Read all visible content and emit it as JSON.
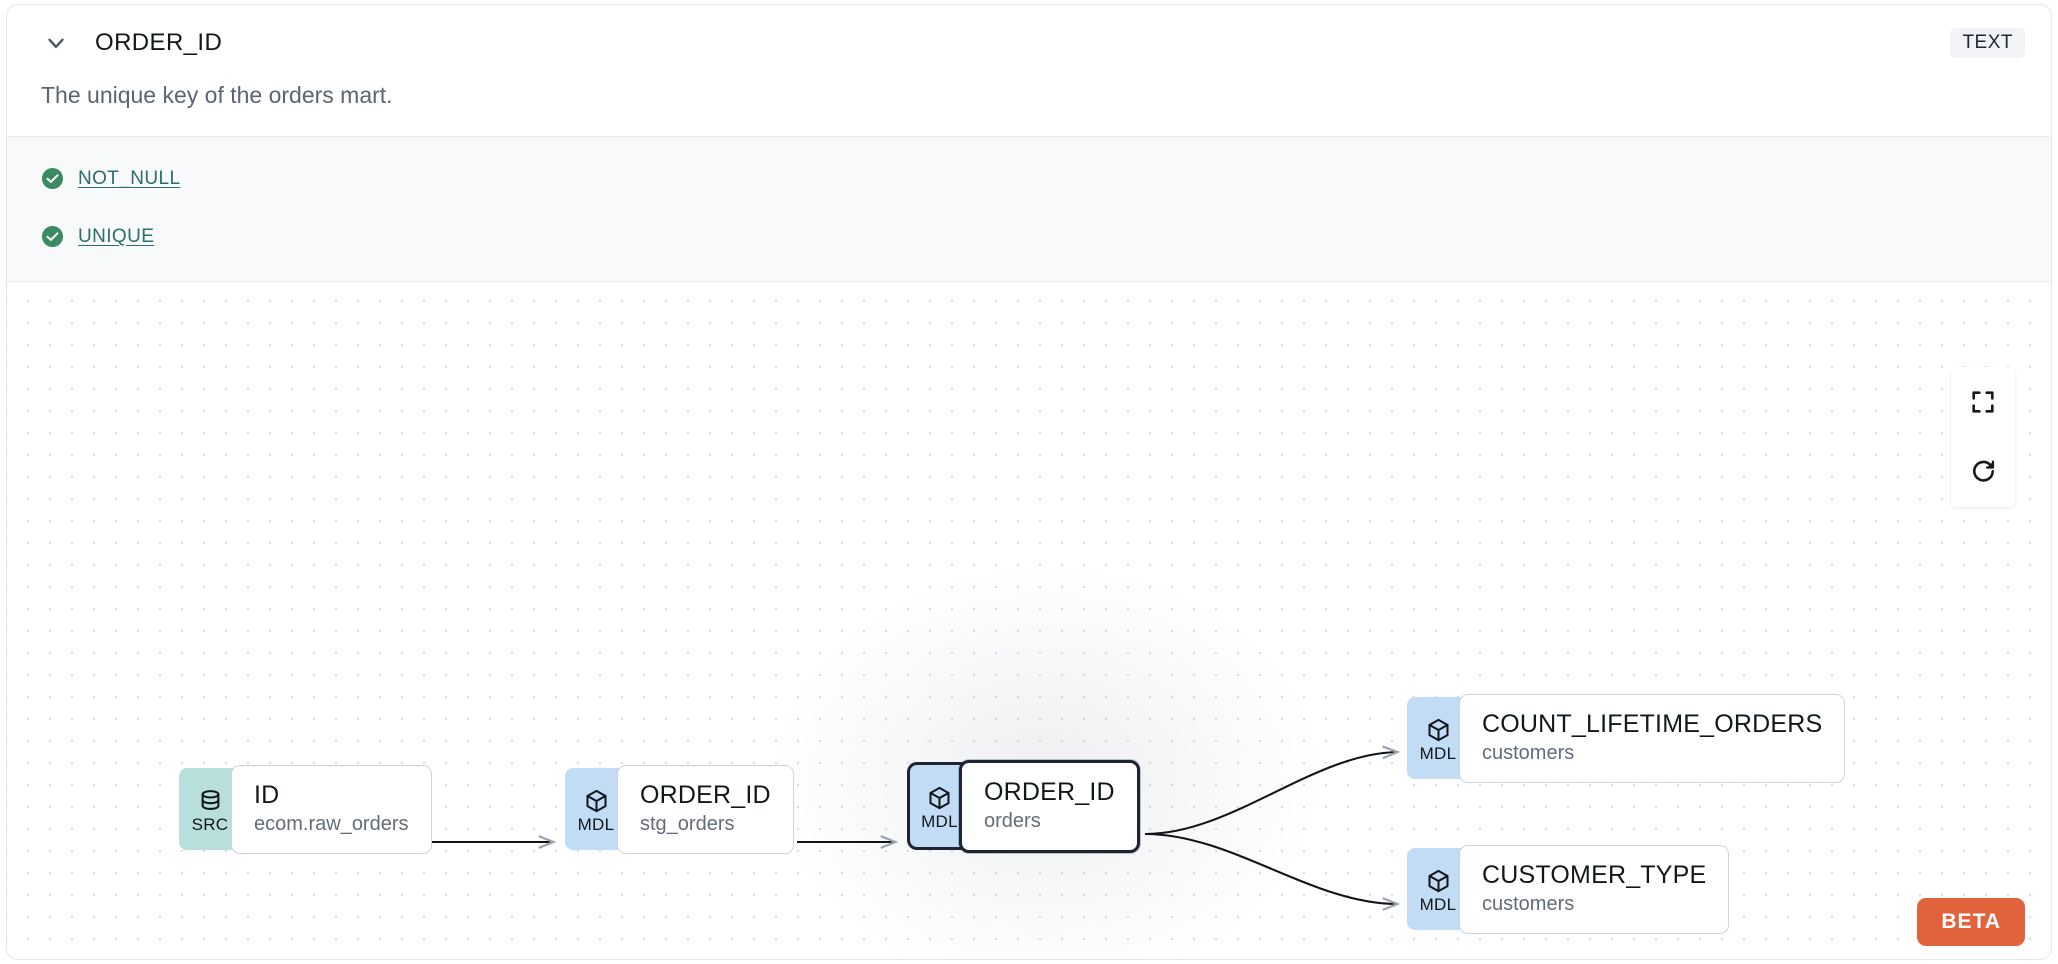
{
  "header": {
    "column_name": "ORDER_ID",
    "chevron_icon": "chevron-down-icon",
    "type_badge": "TEXT"
  },
  "description": "The unique key of the orders mart.",
  "tests": [
    {
      "label": "NOT_NULL",
      "status_icon": "check-circle-icon",
      "status_color": "#3a8a63"
    },
    {
      "label": "UNIQUE",
      "status_icon": "check-circle-icon",
      "status_color": "#3a8a63"
    }
  ],
  "lineage": {
    "nodes": [
      {
        "id": "src",
        "badge": "SRC",
        "badge_icon": "database-icon",
        "badge_color": "#b9dfdd",
        "name": "ID",
        "parent": "ecom.raw_orders",
        "selected": false
      },
      {
        "id": "stg",
        "badge": "MDL",
        "badge_icon": "cube-icon",
        "badge_color": "#c3dcf5",
        "name": "ORDER_ID",
        "parent": "stg_orders",
        "selected": false
      },
      {
        "id": "orders",
        "badge": "MDL",
        "badge_icon": "cube-icon",
        "badge_color": "#c3dcf5",
        "name": "ORDER_ID",
        "parent": "orders",
        "selected": true
      },
      {
        "id": "count",
        "badge": "MDL",
        "badge_icon": "cube-icon",
        "badge_color": "#c3dcf5",
        "name": "COUNT_LIFETIME_ORDERS",
        "parent": "customers",
        "selected": false
      },
      {
        "id": "custtype",
        "badge": "MDL",
        "badge_icon": "cube-icon",
        "badge_color": "#c3dcf5",
        "name": "CUSTOMER_TYPE",
        "parent": "customers",
        "selected": false
      }
    ],
    "edges": [
      {
        "from": "src",
        "to": "stg",
        "style": "straight"
      },
      {
        "from": "stg",
        "to": "orders",
        "style": "straight"
      },
      {
        "from": "orders",
        "to": "count",
        "style": "bezier"
      },
      {
        "from": "orders",
        "to": "custtype",
        "style": "bezier"
      }
    ],
    "controls": [
      {
        "name": "fit-view",
        "icon": "fullscreen-icon"
      },
      {
        "name": "reset",
        "icon": "refresh-icon"
      }
    ],
    "beta_label": "BETA",
    "beta_color": "#e1633c"
  }
}
